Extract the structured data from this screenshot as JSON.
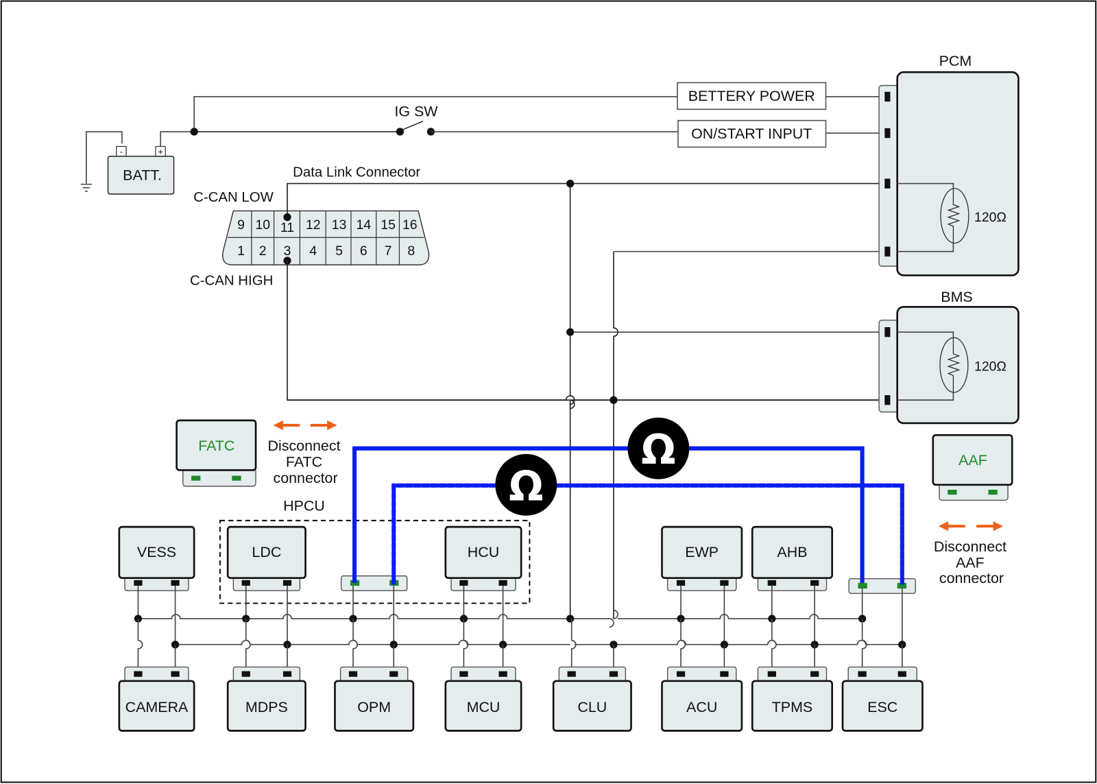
{
  "diagram": {
    "battery": {
      "label": "BATT.",
      "neg_terminal": "-",
      "pos_terminal": "+"
    },
    "ig_switch": {
      "label": "IG SW"
    },
    "pcm_inputs": {
      "battery_power": "BETTERY POWER",
      "on_start_input": "ON/START INPUT"
    },
    "dlc": {
      "title": "Data Link Connector",
      "can_low_label": "C-CAN LOW",
      "can_high_label": "C-CAN HIGH",
      "top_pins": [
        "9",
        "10",
        "11",
        "12",
        "13",
        "14",
        "15",
        "16"
      ],
      "bottom_pins": [
        "1",
        "2",
        "3",
        "4",
        "5",
        "6",
        "7",
        "8"
      ]
    },
    "pcm": {
      "label": "PCM",
      "resistor": "120Ω"
    },
    "bms": {
      "label": "BMS",
      "resistor": "120Ω"
    },
    "fatc": {
      "label": "FATC",
      "note_line1": "Disconnect",
      "note_line2": "FATC",
      "note_line3": "connector"
    },
    "aaf": {
      "label": "AAF",
      "note_line1": "Disconnect",
      "note_line2": "AAF",
      "note_line3": "connector"
    },
    "hpcu": {
      "label": "HPCU"
    },
    "ohmmeter_symbol": "Ω",
    "top_modules": {
      "vess": "VESS",
      "ldc": "LDC",
      "hcu": "HCU",
      "ewp": "EWP",
      "ahb": "AHB"
    },
    "bottom_modules": {
      "camera": "CAMERA",
      "mdps": "MDPS",
      "opm": "OPM",
      "mcu": "MCU",
      "clu": "CLU",
      "acu": "ACU",
      "tpms": "TPMS",
      "esc": "ESC"
    },
    "colors": {
      "measurement_wire": "#0a1ef0",
      "disconnect_arrow": "#f0601a",
      "disconnected_module_text": "#1e8a2a",
      "module_fill": "#e5eced"
    }
  }
}
